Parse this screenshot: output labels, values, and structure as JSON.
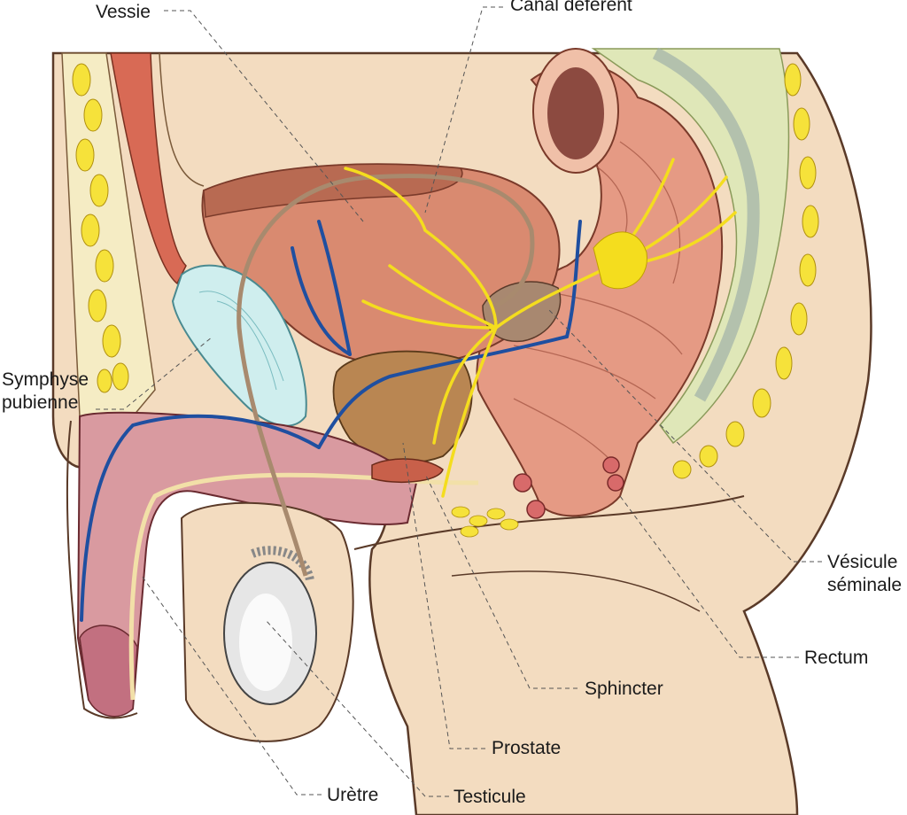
{
  "labels": {
    "vessie": "Vessie",
    "canal_deferent": "Canal déférent",
    "symphyse_line1": "Symphyse",
    "symphyse_line2": "pubienne",
    "vesicule_line1": "Vésicule",
    "vesicule_line2": "séminale",
    "rectum": "Rectum",
    "sphincter": "Sphincter",
    "prostate": "Prostate",
    "uretre": "Urètre",
    "testicule": "Testicule"
  },
  "colors": {
    "skin": "#f3dcc0",
    "skin_outline": "#5a3a28",
    "fat": "#f6e23a",
    "muscle": "#d86a55",
    "bladder": "#c87a5c",
    "prostate": "#b98652",
    "rectum": "#e59a84",
    "nerve": "#f4dd1e",
    "vein": "#1f4fa0",
    "vas_deferens": "#a88a6e",
    "symphysis": "#cfeeee",
    "testis": "#e6e6e6",
    "penis_erectile": "#d99aa0",
    "colon_green": "#dfe7b8"
  }
}
